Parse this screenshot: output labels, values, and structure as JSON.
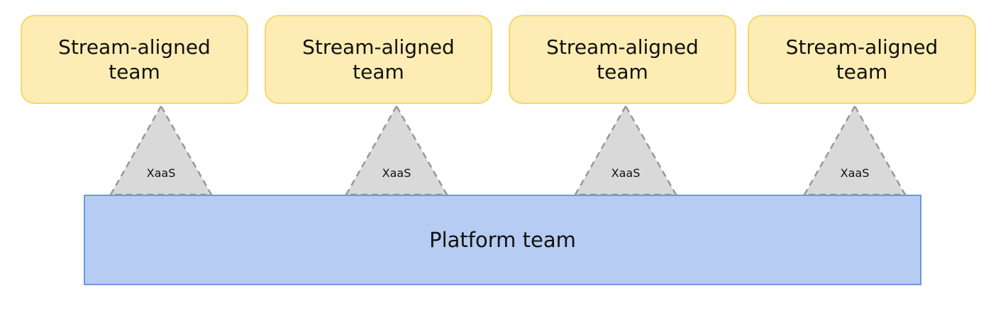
{
  "stream_teams": [
    {
      "label": "Stream-aligned team"
    },
    {
      "label": "Stream-aligned team"
    },
    {
      "label": "Stream-aligned team"
    },
    {
      "label": "Stream-aligned team"
    }
  ],
  "xaas": [
    {
      "label": "XaaS"
    },
    {
      "label": "XaaS"
    },
    {
      "label": "XaaS"
    },
    {
      "label": "XaaS"
    }
  ],
  "platform": {
    "label": "Platform team"
  },
  "colors": {
    "stream_fill": "#fdecb3",
    "stream_border": "#f6d76a",
    "platform_fill": "#b7ccf2",
    "platform_border": "#6f97e0",
    "xaas_fill": "#d9d9d9",
    "xaas_border": "#999999"
  }
}
